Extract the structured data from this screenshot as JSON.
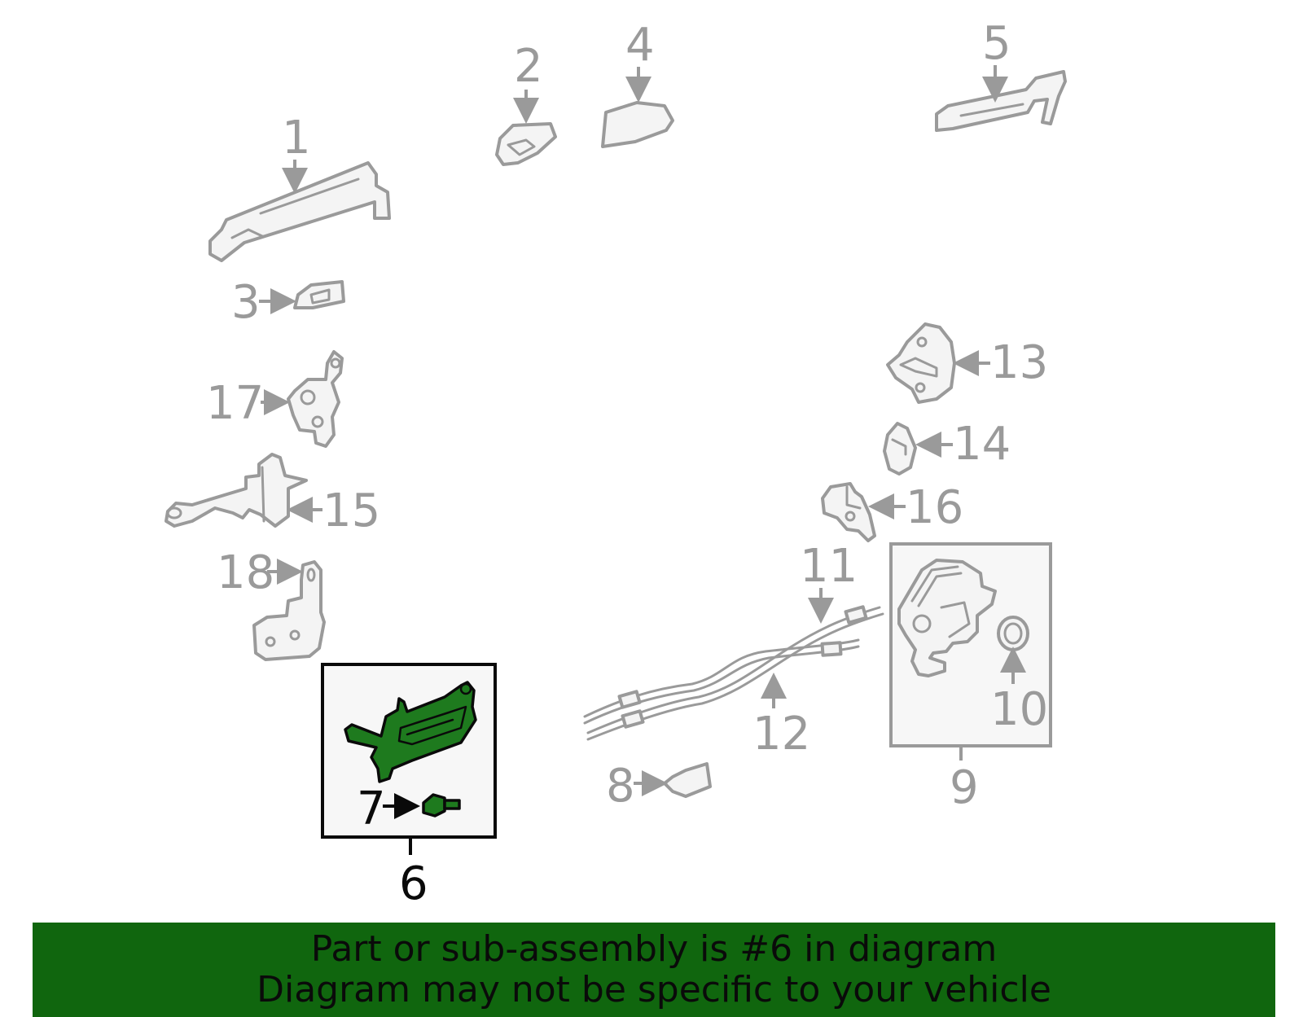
{
  "diagram": {
    "highlight_color": "#1e7a1e",
    "part_color": "#9a9a9a",
    "callouts": {
      "p1": "1",
      "p2": "2",
      "p3": "3",
      "p4": "4",
      "p5": "5",
      "p6": "6",
      "p7": "7",
      "p8": "8",
      "p9": "9",
      "p10": "10",
      "p11": "11",
      "p12": "12",
      "p13": "13",
      "p14": "14",
      "p15": "15",
      "p16": "16",
      "p17": "17",
      "p18": "18"
    }
  },
  "banner": {
    "background_color": "#10660e",
    "line1": "Part or sub-assembly is #6 in diagram",
    "line2": "Diagram may not be specific to your vehicle"
  }
}
